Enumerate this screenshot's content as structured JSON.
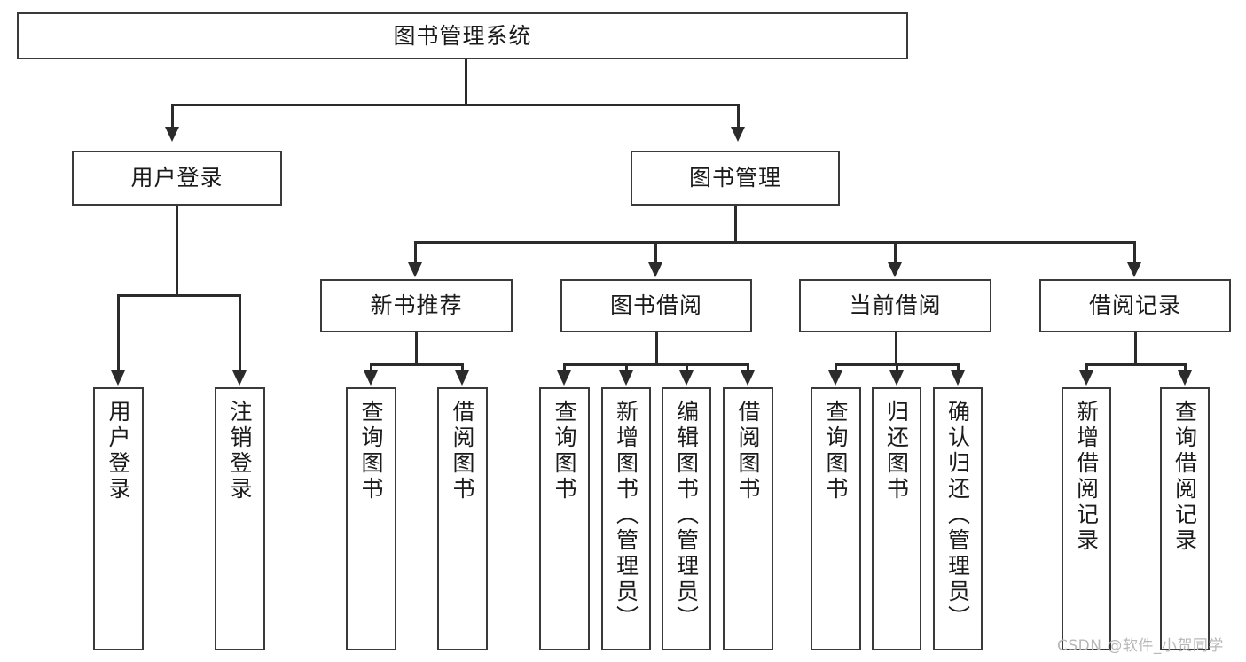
{
  "diagram": {
    "type": "tree-hierarchy",
    "title": "图书管理系统",
    "watermark": "CSDN @软件_小贺同学",
    "colors": {
      "box_border": "#3a3a3a",
      "connector": "#2b2b2b",
      "text": "#1b1b1b",
      "background": "#ffffff",
      "watermark": "#b8b8b8"
    },
    "levels": {
      "root": {
        "label": "图书管理系统"
      },
      "level2": [
        {
          "label": "用户登录"
        },
        {
          "label": "图书管理"
        }
      ],
      "level3": [
        {
          "label": "新书推荐"
        },
        {
          "label": "图书借阅"
        },
        {
          "label": "当前借阅"
        },
        {
          "label": "借阅记录"
        }
      ],
      "leaves": [
        {
          "label": "用户登录",
          "parent": "用户登录"
        },
        {
          "label": "注销登录",
          "parent": "用户登录"
        },
        {
          "label": "查询图书",
          "parent": "新书推荐"
        },
        {
          "label": "借阅图书",
          "parent": "新书推荐"
        },
        {
          "label": "查询图书",
          "parent": "图书借阅"
        },
        {
          "label": "新增图书（管理员）",
          "parent": "图书借阅"
        },
        {
          "label": "编辑图书（管理员）",
          "parent": "图书借阅"
        },
        {
          "label": "借阅图书",
          "parent": "图书借阅"
        },
        {
          "label": "查询图书",
          "parent": "当前借阅"
        },
        {
          "label": "归还图书",
          "parent": "当前借阅"
        },
        {
          "label": "确认归还（管理员）",
          "parent": "当前借阅"
        },
        {
          "label": "新增借阅记录",
          "parent": "借阅记录"
        },
        {
          "label": "查询借阅记录",
          "parent": "借阅记录"
        }
      ]
    }
  }
}
